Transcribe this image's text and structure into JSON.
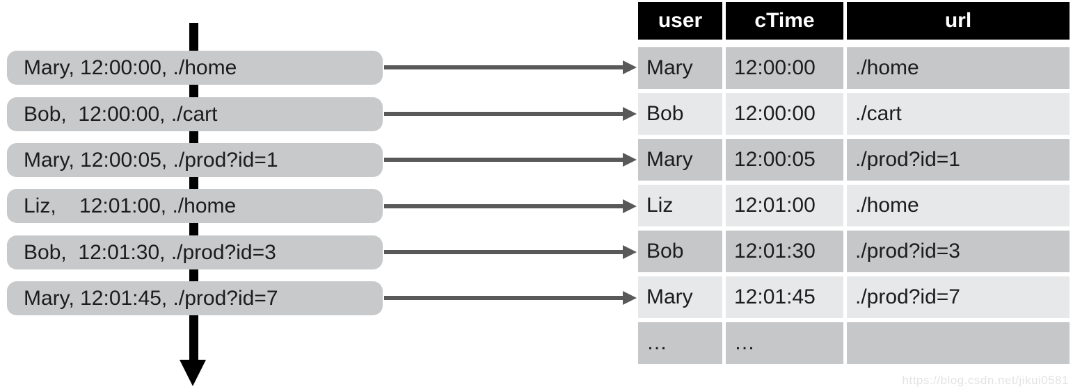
{
  "events": [
    {
      "text": "Mary, 12:00:00, ./home"
    },
    {
      "text": "Bob,  12:00:00, ./cart"
    },
    {
      "text": "Mary, 12:00:05, ./prod?id=1"
    },
    {
      "text": "Liz,    12:01:00, ./home"
    },
    {
      "text": "Bob,  12:01:30, ./prod?id=3"
    },
    {
      "text": "Mary, 12:01:45, ./prod?id=7"
    }
  ],
  "table": {
    "columns": [
      "user",
      "cTime",
      "url"
    ],
    "rows": [
      [
        "Mary",
        "12:00:00",
        "./home"
      ],
      [
        "Bob",
        "12:00:00",
        "./cart"
      ],
      [
        "Mary",
        "12:00:05",
        "./prod?id=1"
      ],
      [
        "Liz",
        "12:01:00",
        "./home"
      ],
      [
        "Bob",
        "12:01:30",
        "./prod?id=3"
      ],
      [
        "Mary",
        "12:01:45",
        "./prod?id=7"
      ],
      [
        "…",
        "…",
        ""
      ]
    ]
  },
  "watermark": "https://blog.csdn.net/jikui0581",
  "colors": {
    "pill_fill": "#c8c9ca",
    "row_dark": "#c6c7c8",
    "row_light": "#e7e8e9",
    "header_bg": "#000000",
    "header_text": "#ffffff",
    "mapping_arrow": "#595959",
    "timeline_arrow": "#000000"
  }
}
